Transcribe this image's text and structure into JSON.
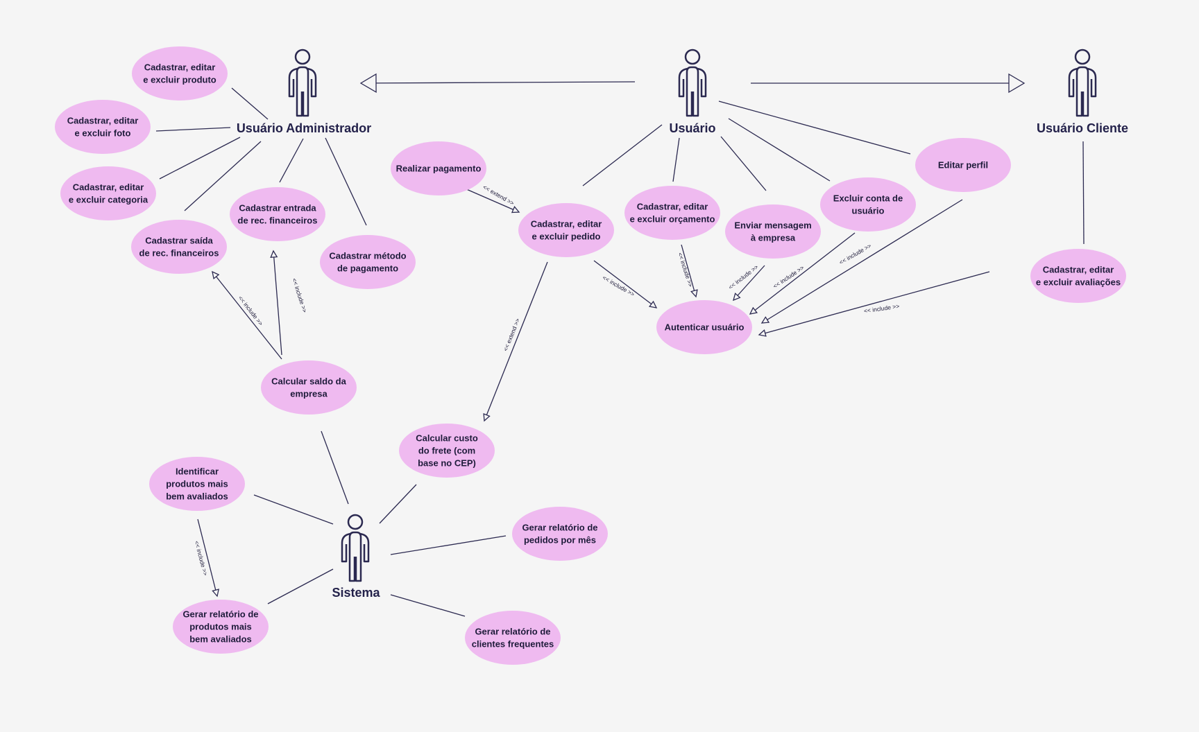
{
  "colors": {
    "background": "#f5f5f5",
    "usecase_fill": "#efbaf0",
    "stroke": "#2b2950",
    "text": "#1e1b3a"
  },
  "actors": [
    {
      "id": "admin",
      "label": "Usuário Administrador",
      "icon": "person-icon"
    },
    {
      "id": "user",
      "label": "Usuário",
      "icon": "person-icon"
    },
    {
      "id": "client",
      "label": "Usuário Cliente",
      "icon": "person-icon"
    },
    {
      "id": "system",
      "label": "Sistema",
      "icon": "person-icon"
    }
  ],
  "use_cases": [
    {
      "id": "produto",
      "lines": [
        "Cadastrar, editar",
        "e excluir produto"
      ]
    },
    {
      "id": "foto",
      "lines": [
        "Cadastrar, editar",
        "e excluir foto"
      ]
    },
    {
      "id": "categoria",
      "lines": [
        "Cadastrar, editar",
        "e excluir categoria"
      ]
    },
    {
      "id": "saida",
      "lines": [
        "Cadastrar saída",
        "de rec. financeiros"
      ]
    },
    {
      "id": "entrada",
      "lines": [
        "Cadastrar entrada",
        "de rec. financeiros"
      ]
    },
    {
      "id": "metodo",
      "lines": [
        "Cadastrar método",
        "de pagamento"
      ]
    },
    {
      "id": "saldo",
      "lines": [
        "Calcular saldo da",
        "empresa"
      ]
    },
    {
      "id": "pagamento",
      "lines": [
        "Realizar pagamento"
      ]
    },
    {
      "id": "pedido",
      "lines": [
        "Cadastrar, editar",
        "e excluir pedido"
      ]
    },
    {
      "id": "orcamento",
      "lines": [
        "Cadastrar, editar",
        "e excluir orçamento"
      ]
    },
    {
      "id": "mensagem",
      "lines": [
        "Enviar mensagem",
        "à empresa"
      ]
    },
    {
      "id": "excluir",
      "lines": [
        "Excluir conta de",
        "usuário"
      ]
    },
    {
      "id": "perfil",
      "lines": [
        "Editar perfil"
      ]
    },
    {
      "id": "autenticar",
      "lines": [
        "Autenticar usuário"
      ]
    },
    {
      "id": "avaliacoes",
      "lines": [
        "Cadastrar, editar",
        "e excluir avaliações"
      ]
    },
    {
      "id": "frete",
      "lines": [
        "Calcular custo",
        "do frete (com",
        "base no CEP)"
      ]
    },
    {
      "id": "identificar",
      "lines": [
        "Identificar",
        "produtos mais",
        "bem avaliados"
      ]
    },
    {
      "id": "relpedidos",
      "lines": [
        "Gerar relatório de",
        "pedidos por mês"
      ]
    },
    {
      "id": "relprodutos",
      "lines": [
        "Gerar relatório de",
        "produtos mais",
        "bem avaliados"
      ]
    },
    {
      "id": "relclientes",
      "lines": [
        "Gerar relatório de",
        "clientes frequentes"
      ]
    }
  ],
  "relation_labels": {
    "include": "<< include >>",
    "extend": "<< extend >>"
  }
}
